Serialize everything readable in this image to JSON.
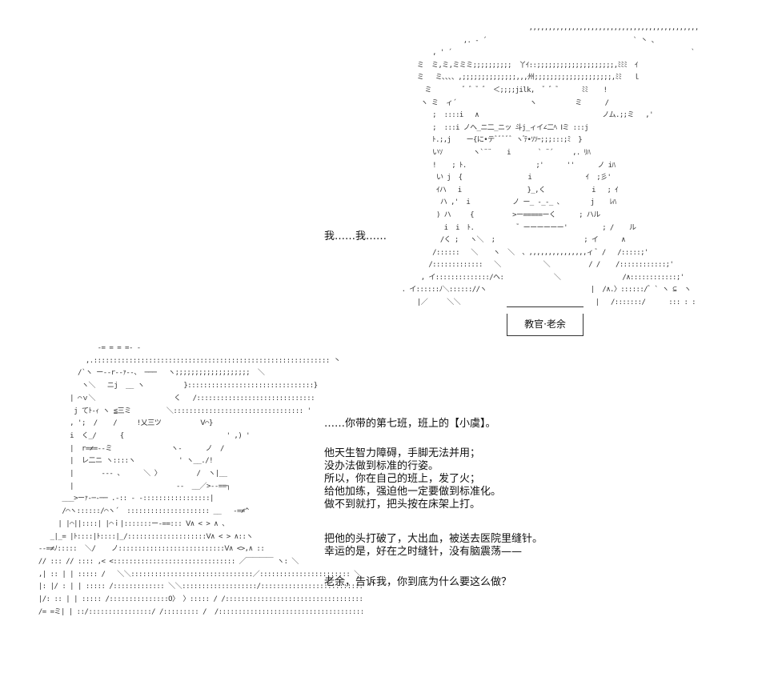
{
  "art": {
    "top_figure": "                                   ,,,,,,,,,,,,,,,,,,,,,,,,,,,,,,,,,,,,,,,,,,,,,,,,,,,,,,,,,,,,,,,,,,,,,,,,,,\n                  ,. - ´                                      ` 丶 、\n          , ' ´                                                              ` ヽ\n      ミ  ミ,ミ,ミミミ;;;;;;;;;;  丫ｲ::;;;;;;;;;;;;;;;;;;;;,ﾐﾐﾐ  ｲ\n      ミ   ミ､､､、,;;;;;;;;;;;;;;,,,州;;;;;;;;;;;;;;;;;;;;,ﾐﾐ   ｌ\n        ミ        ゛゛゛゛ ＜;;;;jilk,  ゛゛゛     ﾐﾐ    !\n       ヽ ミ  ィ´                   ヽ          ミ      /\n          ;  ::::i   ∧                                ノム.;;ミ   ,'\n          ;  :::i ノヘ_ニ二_ニッ 斗j_ィイ∠二ﾍ Ⅰミ :::j\n          ﾄ.;,j    ー{に•テﾞﾞﾞﾞﾞ ヽ ゙ﾃ•ｿｿｰ;;;:::;ﾐ  }\n          いｿ        ヽ`¨¨    i       ` ¨´     ,. ﾘﾊ\n          !    ; ﾄ.                  ;'      ''      ノ iﾊ\n           い j  {                 i              ｲ  ;彡'\n           ｲハ   i                 }_,く            i   ; ｲ\n            ハ ,'  i           ノ ー_ -_-_ 、       j    ﾚﾊ\n           ) ハ     {          >ー=====ーく      ; ハル\n             i  i  ﾄ.           ゛ーーーーーー'         ; /    ル\n            /く ;   ヽ＼  ;                       ; イ      ∧\n          /::::::   ＼    ヽ  ＼  、,,,,,,,,,,,,,,,ィ ﾞ /   /:::::;'\n         /:::::::::::::   ＼           ＼          / /    /::::::::::::;'\n       , イ::::::::::::::/ヘ:             ＼                /∧::::::::::::;'\n  . イ::::::ﾉ＼:::::://ヽ                           |  /∧.〉::::::/゛` ヽ ⊆  ヽ\n      |／     ＼＼                                   |   /:::::::/      ::: : : : :",
    "bottom_figure": "                 -= = = =- -\n              ,.:::::::::::::::::::::::::::::::::::::::::::::::::::::::::::: 丶\n            /`ヽ ー‐‐r‐‐ｧ‐‐、 ───   ヽ;;;;;;;;;;;;;;;;;;;  ＼\n             ヽ＼   ニj  __ ヽ          }::::::::::::::::::::::::::::::::}\n          | ⌒ｖ＼                    く   /::::::::::::::::::::::::::::::\n           j てﾄ-ｨ ヽ ≦三ミ         ＼::::::::::::::::::::::::::::::::: '\n          , ';  /    /     !乂三ツ          Ⅴ⌒}\n          i  く_/      {                          ' ,) '\n          |  r=≠=-‐ミ               ヽ-      ノ  /\n          |  レ二ニ ヽ::::ヽ           ' ヽ__./!\n          |       --- 、     ＼ 〉         /  ヽ|__\n          |                          -‐  __／>--==┐\n        ___>ーｧ-─‐── .‐:: ‐ ‐:::::::::::::::::|\n        /⌒ヽ::::::/⌒ヽ´  ::::::::::::::::::::: __   -=≠^\n       | |⌒||::::| |⌒ｉ|:::::::ー-==::: Ⅴ∧ < > ∧ 、\n     _|_= |ﾄ::::|ﾄ::::|_/::::::::::::::::::::Ⅴ∧ < > ∧::ヽ\n  ‐-=≠ﾉ:::::  ＼/    ノ:::::::::::::::::::::::::::Ⅴ∧ <>,∧ ::\n  // ::: // :::: ,< <::::::::::::::::::::::::::::::: ／￣￣￣￣ ヽ: ＼\n  ,| :: | | ::::: /   ＼＼:::::::::::::::::::::::::::::::／::::::::::::::::::::::: ＼ : ヽ\n  |: |/ : | | ::::: /::::::::::::: ＼＼:::::::::::::::::::/::::::::::::::::::::::::::::::::::::|\n  |/: :: | | ::::: /:::::::::::::::O〉 〉::::: / /:::::::::::::::::::::::::::::::::::::::::|\n  /= =ミ| | ::/::::::::::::::::/ /::::::::: /  /::::::::::::::::::::::::::::::::::::::::|"
  },
  "dialogue": {
    "top_line": "我……我……",
    "nameplate": "教官·老余",
    "para1": [
      "……你带的第七班，班上的【小虞】。"
    ],
    "para2": [
      "他天生智力障碍，手脚无法并用；",
      "没办法做到标准的行姿。",
      "所以，你在自己的班上，发了火；",
      "给他加练，强迫他一定要做到标准化。",
      "做不到就打，把头按在床架上打。"
    ],
    "para3": [
      "把他的头打破了，大出血，被送去医院里缝针。",
      "幸运的是，好在之时缝针，没有脑震荡——"
    ],
    "para4": [
      "老余，告诉我，你到底为什么要这么做？"
    ]
  }
}
